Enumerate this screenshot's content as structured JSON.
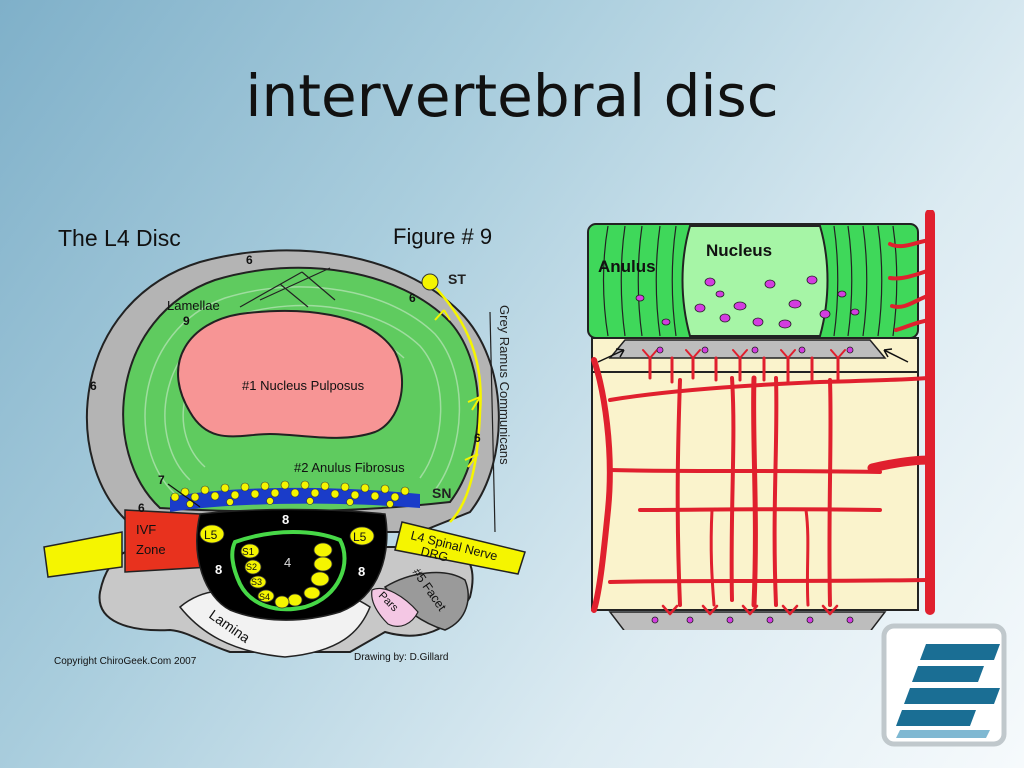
{
  "slide": {
    "title": "intervertebral disc"
  },
  "left_diagram": {
    "heading": "The L4 Disc",
    "figure": "Figure # 9",
    "labels": {
      "nucleus": "#1 Nucleus Pulposus",
      "anulus": "#2 Anulus Fibrosus",
      "lamellae": "Lamellae",
      "st": "ST",
      "sn": "SN",
      "grey_ramus": "Grey Ramus Communicans",
      "ivf_line1": "IVF",
      "ivf_line2": "Zone",
      "l4_nerve_line1": "L4 Spinal Nerve",
      "l4_nerve_line2": "DRG",
      "facet": "#5 Facet",
      "pars": "Pars",
      "lamina": "Lamina",
      "l5_left": "L5",
      "l5_right": "L5",
      "s1": "S1",
      "s2": "S2",
      "s3": "S3",
      "s4": "S4",
      "n4": "4",
      "n6_top": "6",
      "n6_upper_right": "6",
      "n6_left": "6",
      "n6_right": "6",
      "n6_lower_left": "6",
      "n7": "7",
      "n8_top": "8",
      "n8_left": "8",
      "n8_right": "8",
      "n9": "9"
    },
    "copyright": "Copyright ChiroGeek.Com 2007",
    "drawing_by": "Drawing by:  D.Gillard",
    "colors": {
      "anulus": "#5fcb5f",
      "nucleus": "#f79595",
      "canal": "#000000",
      "ivf": "#e8321e",
      "nerve": "#f5f500"
    }
  },
  "right_diagram": {
    "anulus_label": "Anulus",
    "nucleus_label": "Nucleus",
    "colors": {
      "anulus": "#3fd85a",
      "nucleus": "#a6f5a6",
      "vessel": "#e0202e",
      "bone": "#faf3cc",
      "cell": "#d33de0"
    }
  },
  "logo": {
    "icon": "layered-stripes-logo-icon",
    "colors": {
      "primary": "#1a6e94",
      "frame": "#c0c8cc"
    }
  }
}
